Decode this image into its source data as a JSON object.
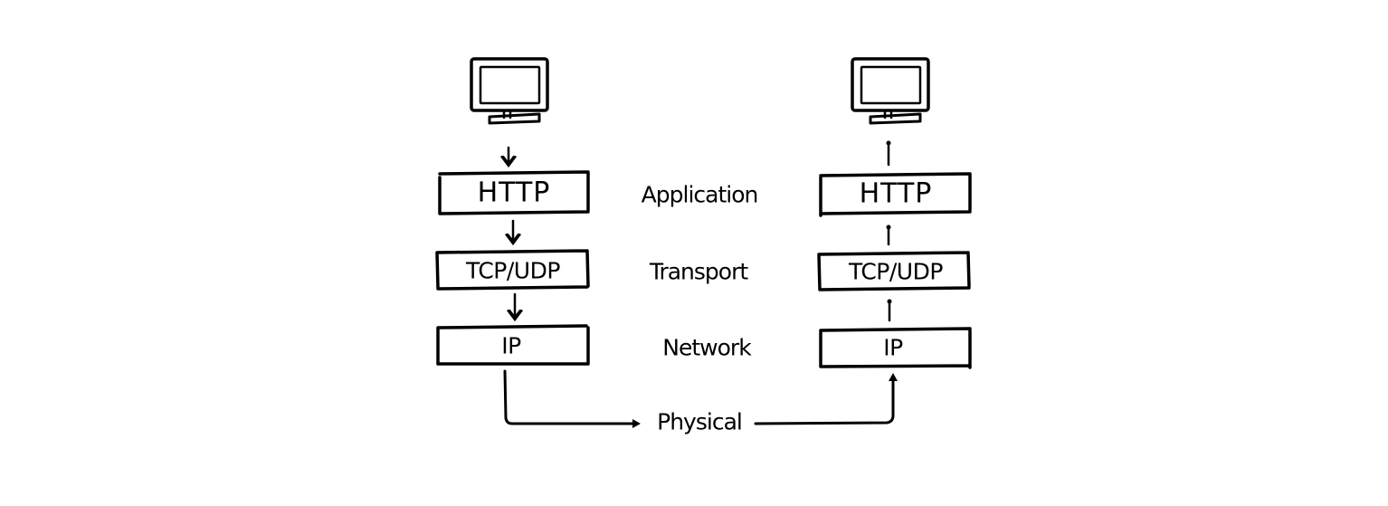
{
  "stacks": {
    "left": {
      "application": "HTTP",
      "transport": "TCP/UDP",
      "network": "IP"
    },
    "right": {
      "application": "HTTP",
      "transport": "TCP/UDP",
      "network": "IP"
    }
  },
  "layers": {
    "application": "Application",
    "transport": "Transport",
    "network": "Network",
    "physical": "Physical"
  },
  "icons": {
    "left_computer": "computer-monitor-icon",
    "right_computer": "computer-monitor-icon"
  },
  "colors": {
    "ink": "#000000",
    "background": "#ffffff"
  }
}
